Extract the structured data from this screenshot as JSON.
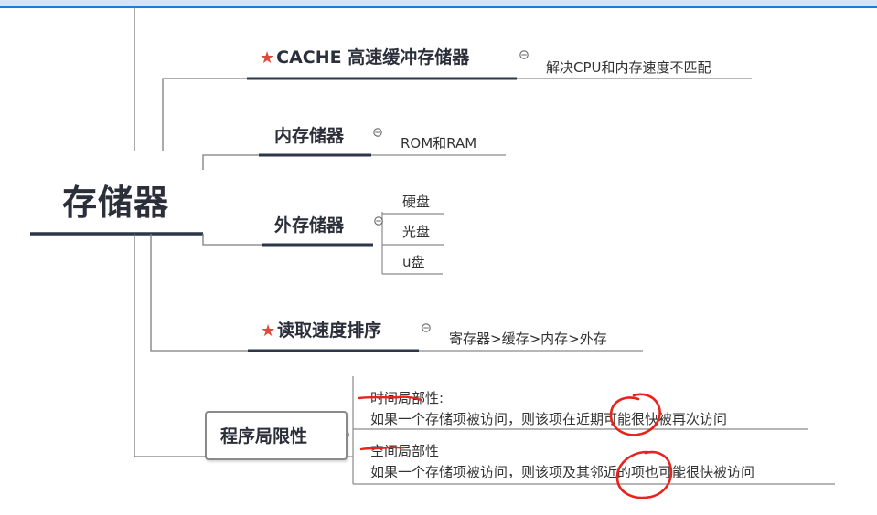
{
  "root": {
    "label": "存储器"
  },
  "branches": {
    "cache": {
      "label": "CACHE 高速缓冲存储器",
      "starred": true,
      "note": "解决CPU和内存速度不匹配"
    },
    "memory": {
      "label": "内存储器",
      "note": "ROM和RAM"
    },
    "external": {
      "label": "外存储器",
      "children": [
        "硬盘",
        "光盘",
        "u盘"
      ]
    },
    "speed": {
      "label": "读取速度排序",
      "starred": true,
      "note": "寄存器>缓存>内存>外存"
    },
    "locality": {
      "label": "程序局限性",
      "temporal": {
        "title": "时间局部性:",
        "desc": "如果一个存储项被访问，则该项在近期可能很快被再次访问"
      },
      "spatial": {
        "title": "空间局部性",
        "desc": "如果一个存储项被访问，则该项及其邻近的项也可能很快被访问"
      }
    }
  },
  "colors": {
    "underline": "#2b3648",
    "connector": "#7d7d7d",
    "star": "#e0493a",
    "annotation": "#e8231b",
    "accent_bar": "#1e7ad8"
  },
  "icons": {
    "star": "star-icon",
    "collapse": "collapse-circle-icon"
  }
}
